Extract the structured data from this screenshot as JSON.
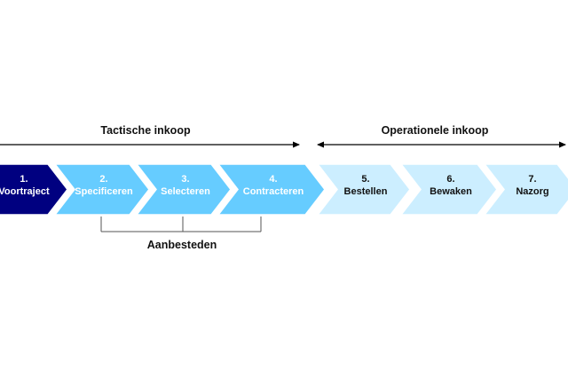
{
  "phases": {
    "tactical": {
      "title": "Tactische inkoop"
    },
    "operational": {
      "title": "Operationele inkoop"
    }
  },
  "steps": [
    {
      "number": "1.",
      "label": "Voortraject",
      "fill": "#000080",
      "text_color": "#ffffff"
    },
    {
      "number": "2.",
      "label": "Specificeren",
      "fill": "#66ccff",
      "text_color": "#ffffff"
    },
    {
      "number": "3.",
      "label": "Selecteren",
      "fill": "#66ccff",
      "text_color": "#ffffff"
    },
    {
      "number": "4.",
      "label": "Contracteren",
      "fill": "#66ccff",
      "text_color": "#ffffff"
    },
    {
      "number": "5.",
      "label": "Bestellen",
      "fill": "#cceeff",
      "text_color": "#111111"
    },
    {
      "number": "6.",
      "label": "Bewaken",
      "fill": "#cceeff",
      "text_color": "#111111"
    },
    {
      "number": "7.",
      "label": "Nazorg",
      "fill": "#cceeff",
      "text_color": "#111111"
    }
  ],
  "bracket": {
    "label": "Aanbesteden"
  },
  "colors": {
    "chevron_stroke": "#ffffff",
    "line": "#000000",
    "bracket_line": "#555555"
  }
}
